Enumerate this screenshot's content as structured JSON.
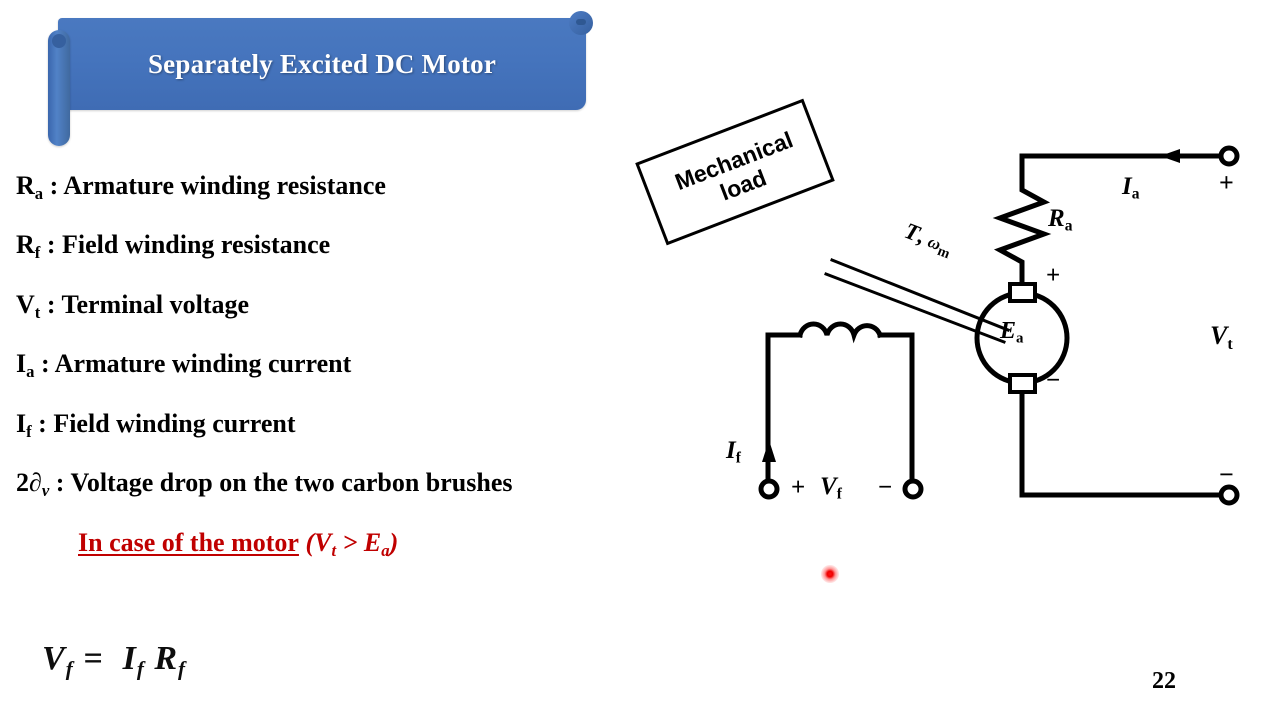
{
  "title": {
    "text": "Separately Excited DC Motor",
    "banner_color": "#4574bd",
    "text_color": "#ffffff"
  },
  "definitions": [
    {
      "symbol": "R",
      "sub": "a",
      "text": ": Armature winding resistance"
    },
    {
      "symbol": "R",
      "sub": "f",
      "text": ": Field winding resistance"
    },
    {
      "symbol": "V",
      "sub": "t",
      "text": ": Terminal voltage"
    },
    {
      "symbol": "I",
      "sub": "a",
      "text": ": Armature winding current"
    },
    {
      "symbol": "I",
      "sub": "f",
      "text": ": Field winding current"
    },
    {
      "symbol": "2∂",
      "sub": "v",
      "text": ": Voltage drop on the two carbon brushes"
    }
  ],
  "motor_case": {
    "underlined_text": "In case of the motor",
    "condition_open": "(",
    "condition_left": "V",
    "condition_left_sub": "t",
    "condition_operator": ">",
    "condition_right": "E",
    "condition_right_sub": "a",
    "condition_close": ")",
    "color": "#c00000"
  },
  "formula": {
    "lhs": "V",
    "lhs_sub": "f",
    "equals": "=",
    "rhs_1": "I",
    "rhs_1_sub": "f",
    "rhs_2": "R",
    "rhs_2_sub": "f"
  },
  "page_number": "22",
  "circuit": {
    "mechanical_load": {
      "line1": "Mechanical",
      "line2": "load"
    },
    "shaft_label": {
      "torque": "T",
      "comma": ",",
      "omega": "ω",
      "omega_sub": "m"
    },
    "armature_emf": {
      "symbol": "E",
      "sub": "a"
    },
    "armature_resistance": {
      "symbol": "R",
      "sub": "a"
    },
    "armature_current": {
      "symbol": "I",
      "sub": "a"
    },
    "terminal_voltage": {
      "symbol": "V",
      "sub": "t"
    },
    "field_current": {
      "symbol": "I",
      "sub": "f"
    },
    "field_voltage": {
      "symbol": "V",
      "sub": "f"
    },
    "polarity": {
      "terminal_plus": "+",
      "terminal_minus": "−",
      "armature_plus": "+",
      "armature_minus": "−",
      "field_plus": "+",
      "field_minus": "−"
    }
  },
  "pointer": {
    "color": "#ee0000"
  }
}
